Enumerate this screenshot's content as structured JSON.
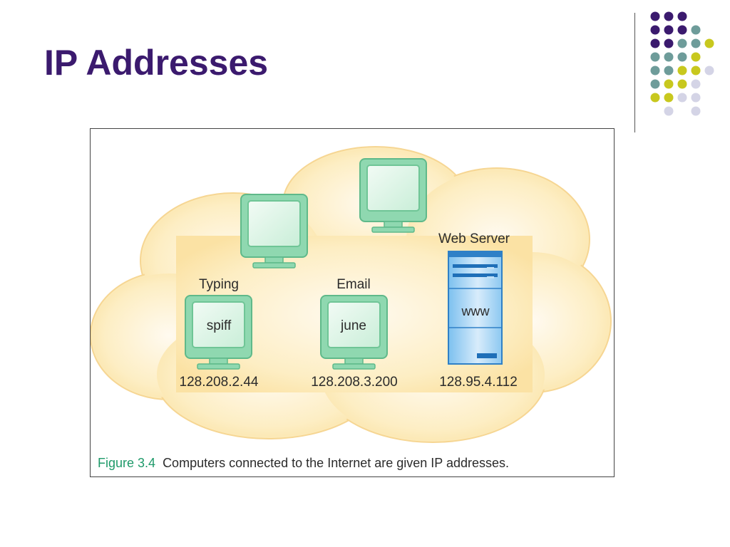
{
  "title": "IP Addresses",
  "colors": {
    "title": "#3b1a6e",
    "dot_purple": "#3b1a6e",
    "dot_teal": "#6e9c9a",
    "dot_yellow": "#c8c81e",
    "dot_lavender": "#d4d4e6",
    "cloud_fill": "#fde9b6",
    "monitor_green": "#8fd8b0",
    "server_blue": "#5aaee8",
    "caption_accent": "#1f9a6a"
  },
  "diagram": {
    "computers": [
      {
        "label": "Typing",
        "screen_text": "spiff",
        "ip": "128.208.2.44"
      },
      {
        "label": "Email",
        "screen_text": "june",
        "ip": "128.208.3.200"
      }
    ],
    "server": {
      "label": "Web Server",
      "screen_text": "www",
      "ip": "128.95.4.112"
    },
    "caption": {
      "figure": "Figure 3.4",
      "text": "Computers connected to the Internet are given IP addresses."
    }
  }
}
